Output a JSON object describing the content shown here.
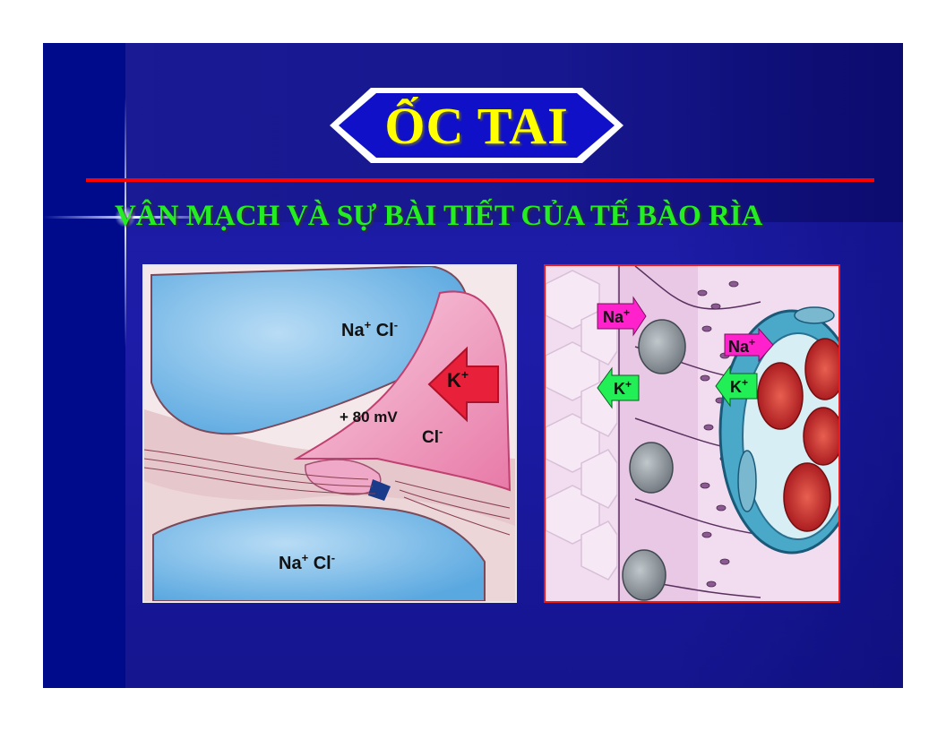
{
  "slide": {
    "title": "ỐC TAI",
    "subtitle": "VÂN MẠCH VÀ SỰ BÀI TIẾT CỦA TẾ BÀO RÌA"
  },
  "left_figure": {
    "upper_ions": "Na",
    "upper_ions_sup1": "+",
    "upper_ions_cl": " Cl",
    "upper_ions_sup2": "-",
    "potassium": "K",
    "potassium_sup": "+",
    "potential": "+ 80 mV",
    "chloride": "Cl",
    "chloride_sup": "-",
    "lower_ions": "Na",
    "lower_ions_sup1": "+",
    "lower_ions_cl": " Cl",
    "lower_ions_sup2": "-"
  },
  "right_figure": {
    "na_label_1": "Na",
    "na_label_1_sup": "+",
    "k_label_1": "K",
    "k_label_1_sup": "+",
    "na_label_2": "Na",
    "na_label_2_sup": "+",
    "k_label_2": "K",
    "k_label_2_sup": "+"
  },
  "colors": {
    "title_text": "#ffff00",
    "subtitle_text": "#22ee22",
    "rule": "#ff0000",
    "na_arrow": "#ff22cc",
    "k_arrow": "#22ee55",
    "k_arrow_big": "#e8203a"
  }
}
